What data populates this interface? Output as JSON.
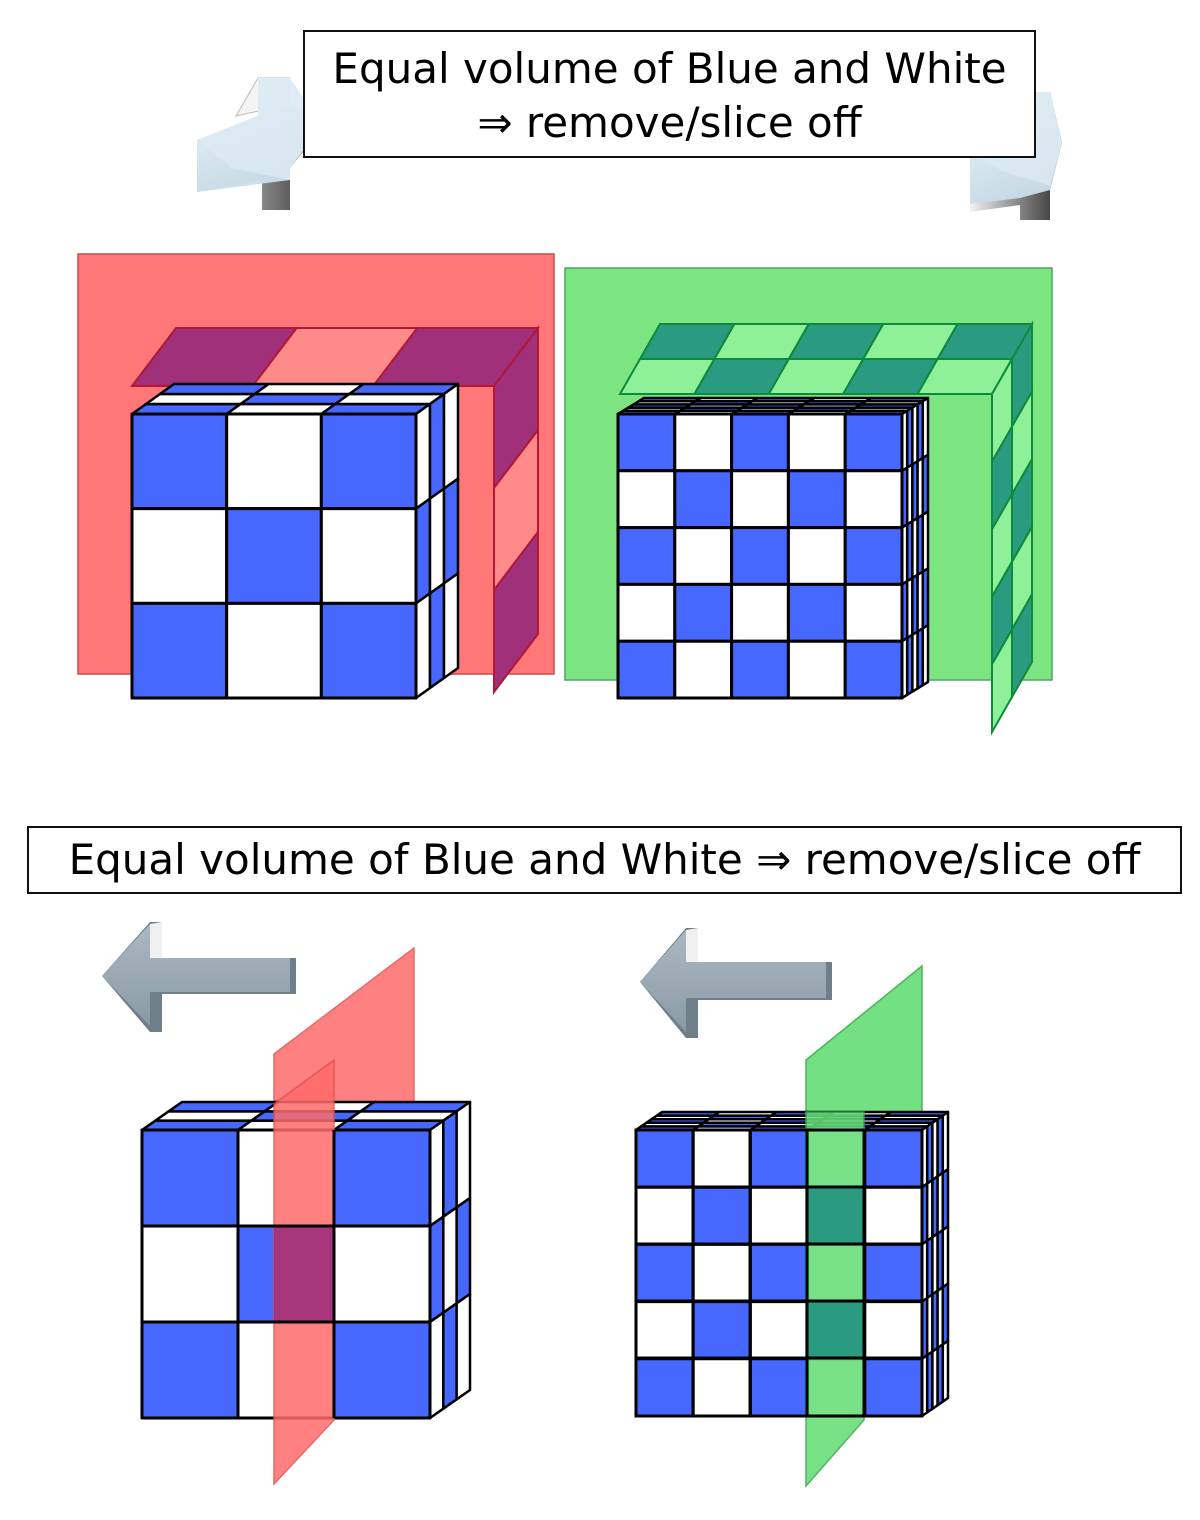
{
  "captions": {
    "top": {
      "line1": "Equal volume of Blue and White",
      "line2": "⇒ remove/slice off"
    },
    "bottom": {
      "text": "Equal volume of Blue and White ⇒ remove/slice off"
    }
  },
  "colors": {
    "blue": "#4668ff",
    "white": "#ffffff",
    "red_plane": "#ff6a6a",
    "red_overlap": "#a0307a",
    "green_plane": "#66dd77",
    "green_overlap": "#2a9a80",
    "arrow_light": "#d8e8f2",
    "arrow_gray": "#9aaab4"
  },
  "icons": [
    "right-arrow-icon",
    "left-arrow-icon"
  ],
  "figures": [
    {
      "id": "cube-3x3-behind-red-plane",
      "grid": 3,
      "plane": "red",
      "plane_orientation": "parallel to front face"
    },
    {
      "id": "cube-5x5-behind-green-plane",
      "grid": 5,
      "plane": "green",
      "plane_orientation": "parallel to front face"
    },
    {
      "id": "cube-3x3-cut-red-plane",
      "grid": 3,
      "plane": "red",
      "plane_orientation": "vertical slice through middle column"
    },
    {
      "id": "cube-5x5-cut-green-plane",
      "grid": 5,
      "plane": "green",
      "plane_orientation": "vertical slice through fourth column"
    }
  ]
}
